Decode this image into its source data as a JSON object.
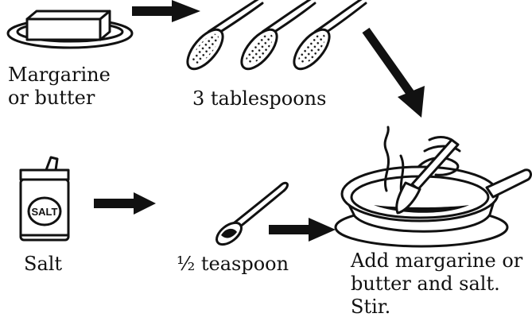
{
  "labels": {
    "margarine": [
      "Margarine",
      "or butter"
    ],
    "tablespoons": "3 tablespoons",
    "salt": "Salt",
    "teaspoon": "½ teaspoon",
    "instruction": [
      "Add margarine or",
      "butter and salt.",
      "Stir."
    ]
  },
  "salt_can_text": "SALT",
  "colors": {
    "ink": "#111111",
    "paper": "#ffffff"
  }
}
